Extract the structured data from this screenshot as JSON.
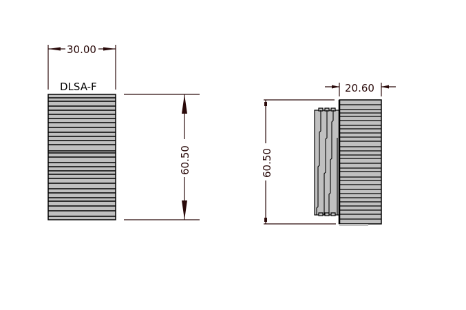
{
  "drawing": {
    "front_view": {
      "part_label": "DLSA-F",
      "width_dimension": "30.00",
      "height_dimension": "60.50"
    },
    "side_view": {
      "depth_dimension": "20.60",
      "height_dimension": "60.50"
    }
  },
  "colors": {
    "body_fill": "#c0c0c0",
    "stripe": "#000000",
    "dimension_line": "#2a0a0a",
    "background": "#ffffff"
  }
}
